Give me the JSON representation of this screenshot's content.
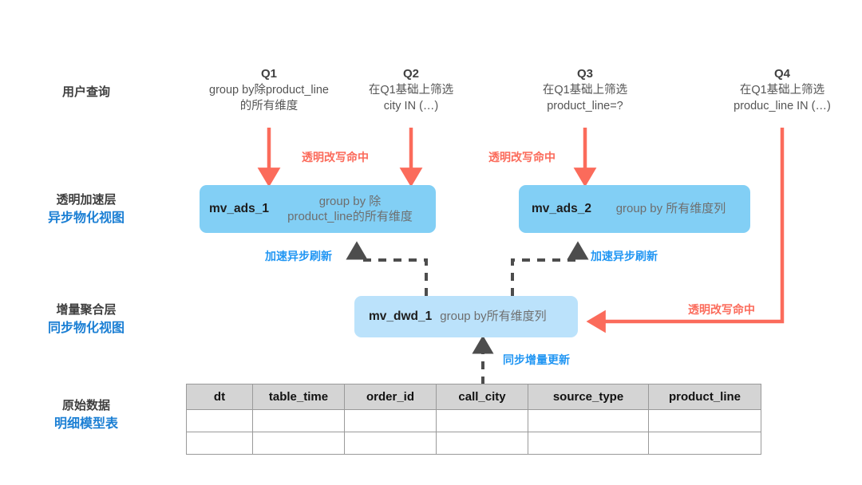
{
  "rows": [
    {
      "key": "user-query",
      "l1": "用户查询",
      "l2": ""
    },
    {
      "key": "accel-layer",
      "l1": "透明加速层",
      "l2": "异步物化视图"
    },
    {
      "key": "agg-layer",
      "l1": "增量聚合层",
      "l2": "同步物化视图"
    },
    {
      "key": "raw-data",
      "l1": "原始数据",
      "l2": "明细模型表"
    }
  ],
  "queries": [
    {
      "id": "q1",
      "title": "Q1",
      "line1": "group by除product_line",
      "line2": "的所有维度"
    },
    {
      "id": "q2",
      "title": "Q2",
      "line1": "在Q1基础上筛选",
      "line2": "city IN (…)"
    },
    {
      "id": "q3",
      "title": "Q3",
      "line1": "在Q1基础上筛选",
      "line2": "product_line=?"
    },
    {
      "id": "q4",
      "title": "Q4",
      "line1": "在Q1基础上筛选",
      "line2": "produc_line IN (…)"
    }
  ],
  "boxes": [
    {
      "id": "mv_ads_1",
      "name": "mv_ads_1",
      "desc": "group by 除\nproduct_line的所有维度"
    },
    {
      "id": "mv_ads_2",
      "name": "mv_ads_2",
      "desc": "group by 所有维度列"
    },
    {
      "id": "mv_dwd_1",
      "name": "mv_dwd_1",
      "desc": "group by所有维度列"
    }
  ],
  "connector_labels": {
    "rewrite_hit_left": "透明改写命中",
    "rewrite_hit_mid": "透明改写命中",
    "rewrite_hit_right": "透明改写命中",
    "async_refresh_left": "加速异步刷新",
    "async_refresh_right": "加速异步刷新",
    "sync_incremental": "同步增量更新"
  },
  "table": {
    "columns": [
      "dt",
      "table_time",
      "order_id",
      "call_city",
      "source_type",
      "product_line"
    ],
    "rows": [
      [
        "",
        "",
        "",
        "",
        "",
        ""
      ],
      [
        "",
        "",
        "",
        "",
        "",
        ""
      ]
    ]
  },
  "colors": {
    "accent_blue": "#2196f3",
    "label_blue": "#1b7fd4",
    "box_blue": "#82cff5",
    "box_light_blue": "#bbe2fb",
    "arrow_red": "#fb6b5b",
    "dash_gray": "#4d4d4d",
    "header_gray": "#d4d4d4"
  }
}
